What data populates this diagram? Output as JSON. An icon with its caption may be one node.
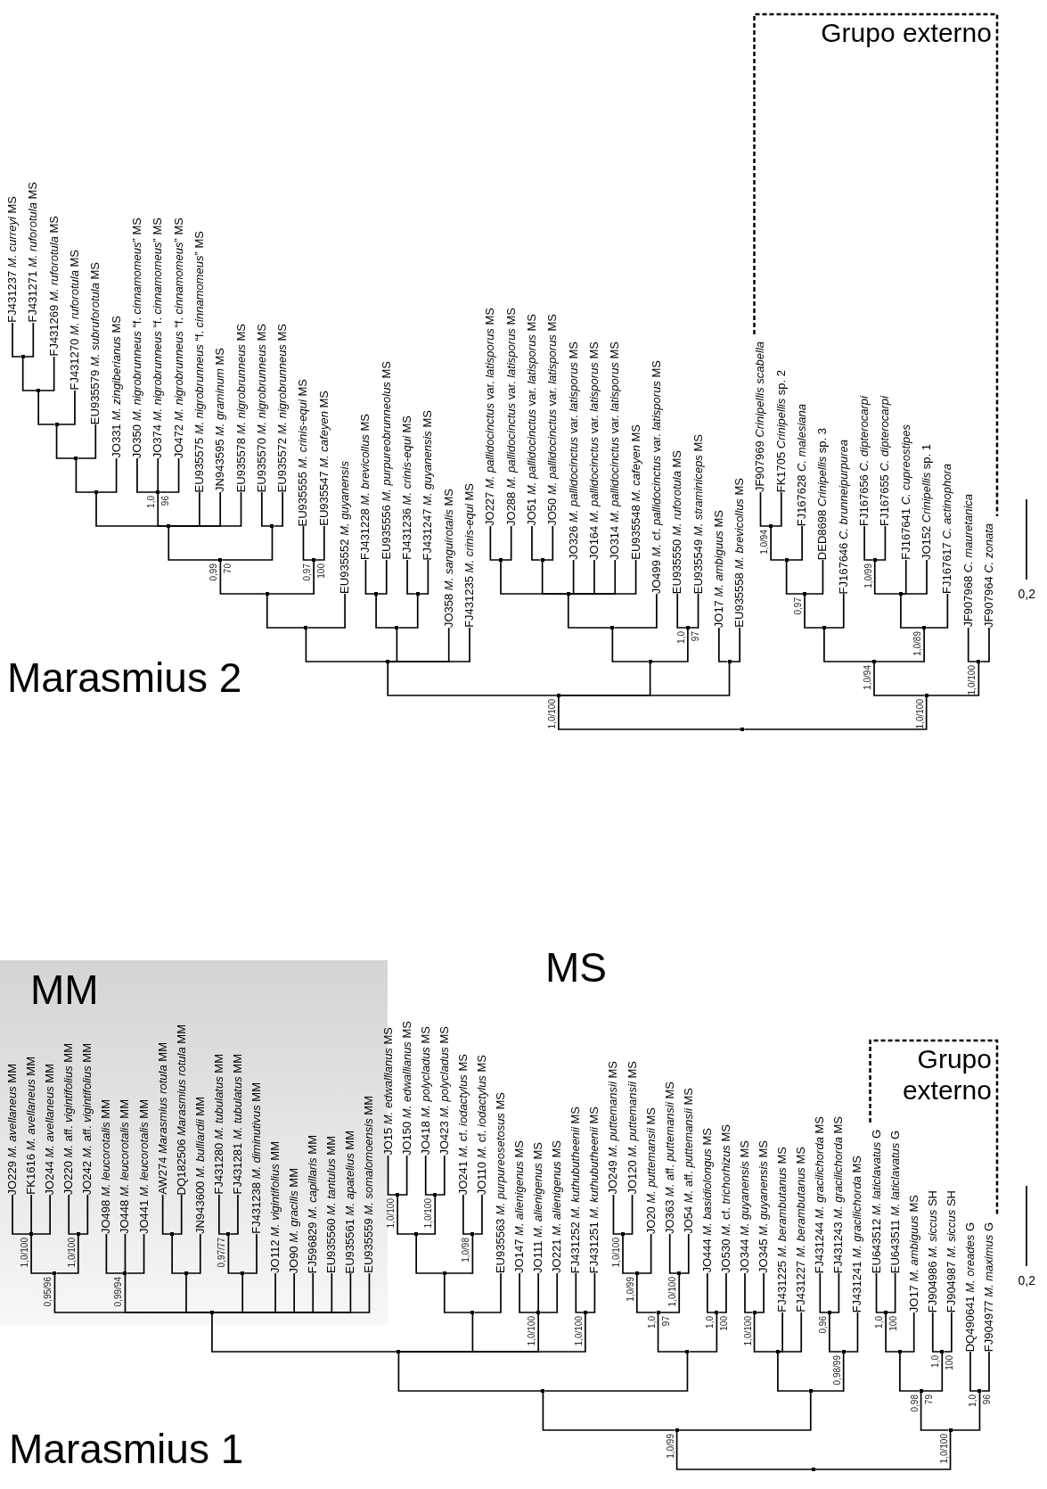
{
  "diagram": {
    "nodes": [
      {
        "text": [
          "FJ431237 *M. curreyi* MS"
        ]
      },
      {
        "text": [
          "FJ431271 *M. ruforotula* MS"
        ]
      },
      {
        "text": [
          "FJ431269 *M. ruforotula* MS"
        ]
      },
      {
        "text": [
          "FJ431270 *M. ruforotula* MS"
        ]
      },
      {
        "text": [
          "EU935579 *M. subruforotula* MS"
        ]
      },
      {
        "text": [
          "JO331 *M. zingiberianus* MS"
        ]
      },
      {
        "text": [
          "JO350 *M. nigrobrunneus* “f. *cinnamomeus*” MS"
        ]
      },
      {
        "text": [
          "JO374 *M. nigrobrunneus* “f. *cinnamomeus*” MS"
        ]
      },
      {
        "text": [
          "JO472 *M. nigrobrunneus* “f. *cinnamomeus*” MS"
        ]
      },
      {
        "text": [
          "EU935575 *M. nigrobrunneus* “f. *cinnamomeus*” MS"
        ]
      },
      {
        "text": [
          "JN943595 *M. graminum* MS"
        ]
      },
      {
        "text": [
          "EU935578 *M. nigrobrunneus* MS"
        ]
      },
      {
        "text": [
          "EU935570 *M. nigrobrunneus* MS"
        ]
      },
      {
        "text": [
          "EU935572 *M. nigrobrunneus* MS"
        ]
      },
      {
        "text": [
          "EU935555 *M. crinis-equi* MS"
        ]
      },
      {
        "text": [
          "EU935547 *M. cafeyen* MS"
        ]
      },
      {
        "text": [
          "EU935552 *M. guyanensis*"
        ]
      },
      {
        "text": [
          "FJ431228 *M. brevicollus* MS"
        ]
      },
      {
        "text": [
          "EU935556 *M. purpureobrunneolus* MS"
        ]
      },
      {
        "text": [
          "FJ431236 *M. crinis-equi* MS"
        ]
      },
      {
        "text": [
          "FJ431247 *M. guyanensis* MS"
        ]
      },
      {
        "text": [
          "JO358 *M. sanguirotalis* MS"
        ]
      },
      {
        "text": [
          "FJ431235 *M. crinis-equi* MS"
        ]
      },
      {
        "text": [
          "JO227 *M. pallidocinctus* var. *latisporus* MS"
        ]
      },
      {
        "text": [
          "JO288 *M. pallidocinctus* var. *latisporus* MS"
        ]
      },
      {
        "text": [
          "JO51 *M. pallidocinctus* var. *latisporus* MS"
        ]
      },
      {
        "text": [
          "JO50 *M. pallidocinctus* var. *latisporus* MS"
        ]
      },
      {
        "text": [
          "JO326 *M. pallidocinctus* var. *latisporus* MS"
        ]
      },
      {
        "text": [
          "JO164 *M. pallidocinctus* var. *latisporus* MS"
        ]
      },
      {
        "text": [
          "JO314 *M. pallidocinctus* var. *latisporus* MS"
        ]
      },
      {
        "text": [
          "EU935548 *M. cafeyen* MS"
        ]
      },
      {
        "text": [
          "JO499 *M.* cf. *pallidocinctus* var. *latisporus* MS"
        ]
      },
      {
        "text": [
          "EU935550 *M. ruforotula* MS"
        ]
      },
      {
        "text": [
          "EU935549 *M. straminiceps* MS"
        ]
      },
      {
        "text": [
          "JO17 *M. ambiguus* MS"
        ]
      },
      {
        "text": [
          "EU935558 *M. brevicollus* MS"
        ]
      },
      {
        "text": [
          "JF907969 *Crinipellis scabella*"
        ]
      },
      {
        "text": [
          "FK1705 *Crinipellis* sp. 2"
        ]
      },
      {
        "text": [
          "FJ167628 *C. malesiana*"
        ]
      },
      {
        "text": [
          "DED8698 *Crinipellis* sp. 3"
        ]
      },
      {
        "text": [
          "FJ167646 *C. brunneipurpurea*"
        ]
      },
      {
        "text": [
          "FJ167656 *C. dipterocarpi*"
        ]
      },
      {
        "text": [
          "FJ167655 *C. dipterocarpi*"
        ]
      },
      {
        "text": [
          "FJ167641 *C. cupreostipes*"
        ]
      },
      {
        "text": [
          "JO152 *Crinipellis* sp. 1"
        ]
      },
      {
        "text": [
          "FJ167617 *C. actinophora*"
        ]
      },
      {
        "text": [
          "JF907968 *C. mauretanica*"
        ]
      },
      {
        "text": [
          "JF907964 *C. zonata*"
        ]
      },
      {
        "text": [],
        "shape": "point"
      },
      {
        "text": [],
        "shape": "point",
        "beside": [
          "1,0/100"
        ]
      },
      {
        "text": [],
        "shape": "point"
      },
      {
        "text": [],
        "shape": "point"
      },
      {
        "text": [],
        "shape": "point"
      },
      {
        "text": [],
        "shape": "point",
        "beside": [
          "0,99",
          "70"
        ]
      },
      {
        "text": [],
        "shape": "point"
      },
      {
        "text": [],
        "shape": "point"
      },
      {
        "text": [],
        "shape": "point"
      },
      {
        "text": [],
        "shape": "point"
      },
      {
        "text": [],
        "shape": "point"
      },
      {
        "text": [],
        "shape": "point"
      },
      {
        "text": [],
        "shape": "point",
        "beside": [
          "1,0",
          "96"
        ]
      },
      {
        "text": [],
        "shape": "point"
      },
      {
        "text": [],
        "shape": "point",
        "beside": [
          "0,97",
          "100"
        ]
      },
      {
        "text": [],
        "shape": "point"
      },
      {
        "text": [],
        "shape": "point"
      },
      {
        "text": [],
        "shape": "point"
      },
      {
        "text": [],
        "shape": "point"
      },
      {
        "text": [],
        "shape": "point"
      },
      {
        "text": [],
        "shape": "point"
      },
      {
        "text": [],
        "shape": "point"
      },
      {
        "text": [],
        "shape": "point"
      },
      {
        "text": [],
        "shape": "point",
        "beside": [
          "1,0",
          "97"
        ]
      },
      {
        "text": [],
        "shape": "point"
      },
      {
        "text": [],
        "shape": "point",
        "beside": [
          "1,0/100"
        ]
      },
      {
        "text": [],
        "shape": "point",
        "beside": [
          "1,0/94"
        ]
      },
      {
        "text": [],
        "shape": "point"
      },
      {
        "text": [],
        "shape": "point",
        "beside": [
          "0,97"
        ]
      },
      {
        "text": [],
        "shape": "point"
      },
      {
        "text": [],
        "shape": "point",
        "beside": [
          "1,0/94"
        ]
      },
      {
        "text": [],
        "shape": "point",
        "beside": [
          "1,0/89"
        ]
      },
      {
        "text": [],
        "shape": "point"
      },
      {
        "text": [],
        "shape": "point",
        "beside": [
          "1,0/99"
        ]
      },
      {
        "text": [],
        "shape": "point",
        "beside": [
          "1,0/100"
        ]
      },
      {
        "text": [
          "MM"
        ]
      },
      {
        "text": [
          "JO229 *M. avellaneus* MM"
        ],
        "in": 83
      },
      {
        "text": [
          "FK1616 *M. avellaneus* MM"
        ],
        "in": 83
      },
      {
        "text": [
          "JO244 *M. avellaneus* MM"
        ],
        "in": 83
      },
      {
        "text": [
          "JO220 *M.* aff. *vigintifolius* MM"
        ],
        "in": 83
      },
      {
        "text": [
          "JO242 *M.* aff. *vigintifolius* MM"
        ],
        "in": 83
      },
      {
        "text": [
          "JO498 *M. leucorotalis* MM"
        ],
        "in": 83
      },
      {
        "text": [
          "JO448 *M. leucorotalis* MM"
        ],
        "in": 83
      },
      {
        "text": [
          "JO441 *M. leucorotalis* MM"
        ],
        "in": 83
      },
      {
        "text": [
          "AW274 *Marasmius rotula* MM"
        ],
        "in": 83
      },
      {
        "text": [
          "DQ182506 *Marasmius rotula* MM"
        ],
        "in": 83
      },
      {
        "text": [
          "JN943600 *M. bulliardii* MM"
        ],
        "in": 83
      },
      {
        "text": [
          "FJ431280 *M. tubulatus* MM"
        ],
        "in": 83
      },
      {
        "text": [
          "FJ431281 *M. tubulatus* MM"
        ],
        "in": 83
      },
      {
        "text": [
          "FJ431238 *M. diminutivus* MM"
        ],
        "in": 83
      },
      {
        "text": [
          "JO112 *M. vigintifolius* MM"
        ],
        "in": 83
      },
      {
        "text": [
          "JO90 *M. gracilis* MM"
        ],
        "in": 83
      },
      {
        "text": [
          "FJ596829 *M. capillaris* MM"
        ],
        "in": 83
      },
      {
        "text": [
          "EU935560 *M. tantulus* MM"
        ],
        "in": 83
      },
      {
        "text": [
          "EU935561 *M. apatelius* MM"
        ],
        "in": 83
      },
      {
        "text": [
          "EU935559 *M. somalomoensis* MM"
        ],
        "in": 83
      },
      {
        "text": [
          "JO15 *M. edwallianus* MS"
        ]
      },
      {
        "text": [
          "JO150 *M. edwallianus* MS"
        ]
      },
      {
        "text": [
          "JO418 *M. polycladus* MS"
        ]
      },
      {
        "text": [
          "JO423 *M. polycladus* MS"
        ]
      },
      {
        "text": [
          "JO241 *M.* cf. *iodactylus* MS"
        ]
      },
      {
        "text": [
          "JO110 *M.* cf. *iodactylus* MS"
        ]
      },
      {
        "text": [
          "EU935563 *M. purpureosetosus* MS"
        ]
      },
      {
        "text": [
          "JO147 *M. alienigenus* MS"
        ]
      },
      {
        "text": [
          "JO111 *M. alienigenus* MS"
        ]
      },
      {
        "text": [
          "JO221 *M. alienigenus* MS"
        ]
      },
      {
        "text": [
          "FJ431252 *M. kuthubutheenii* MS"
        ]
      },
      {
        "text": [
          "FJ431251 *M. kuthubutheenii* MS"
        ]
      },
      {
        "text": [
          "JO249 *M. puttemansii* MS"
        ]
      },
      {
        "text": [
          "JO120 *M. puttemansii* MS"
        ]
      },
      {
        "text": [
          "JO20 *M. puttemansii* MS"
        ]
      },
      {
        "text": [
          "JO363 *M.* aff. *puttemansii* MS"
        ]
      },
      {
        "text": [
          "JO54 *M.* aff. *puttemansii* MS"
        ]
      },
      {
        "text": [
          "JO444 *M. basidiolongus* MS"
        ]
      },
      {
        "text": [
          "JO530 *M.* cf. *trichorhizus* MS"
        ]
      },
      {
        "text": [
          "JO344 *M. guyanensis* MS"
        ]
      },
      {
        "text": [
          "JO345 *M. guyanensis* MS"
        ]
      },
      {
        "text": [
          "FJ431225 *M. berambutanus* MS"
        ]
      },
      {
        "text": [
          "FJ431227 *M. berambutanus* MS"
        ]
      },
      {
        "text": [
          "FJ431244 *M. gracilichorda* MS"
        ]
      },
      {
        "text": [
          "FJ431243 *M. gracilichorda* MS"
        ]
      },
      {
        "text": [
          "FJ431241 *M. gracilichorda* MS"
        ]
      },
      {
        "text": [
          "EU643512 *M. laticlavatus* G"
        ]
      },
      {
        "text": [
          "EU643511 *M. laticlavatus* G"
        ]
      },
      {
        "text": [
          "JO17 *M. ambiguus* MS"
        ]
      },
      {
        "text": [
          "FJ904986 *M. siccus* SH"
        ]
      },
      {
        "text": [
          "FJ904987 *M. siccus* SH"
        ]
      },
      {
        "text": [
          "DQ490641 *M. oreades* G"
        ]
      },
      {
        "text": [
          "FJ904977 *M. maximus* G"
        ]
      },
      {
        "text": [],
        "shape": "point"
      },
      {
        "text": [],
        "shape": "point",
        "beside": [
          "1,0/99"
        ]
      },
      {
        "text": [],
        "shape": "point"
      },
      {
        "text": [],
        "shape": "point"
      },
      {
        "text": [],
        "shape": "point",
        "in": 83
      },
      {
        "text": [],
        "shape": "point",
        "beside": [
          "0,95/96"
        ],
        "in": 83
      },
      {
        "text": [],
        "shape": "point",
        "beside": [
          "1,0/100"
        ],
        "in": 83
      },
      {
        "text": [],
        "shape": "point",
        "beside": [
          "1,0/100"
        ],
        "in": 83
      },
      {
        "text": [],
        "shape": "point",
        "beside": [
          "0,99/94"
        ],
        "in": 83
      },
      {
        "text": [],
        "shape": "point",
        "in": 83
      },
      {
        "text": [],
        "shape": "point",
        "in": 83
      },
      {
        "text": [],
        "shape": "point",
        "in": 83
      },
      {
        "text": [],
        "shape": "point",
        "beside": [
          "0,97/77"
        ],
        "in": 83
      },
      {
        "text": [],
        "shape": "point"
      },
      {
        "text": [],
        "shape": "point"
      },
      {
        "text": [],
        "shape": "point"
      },
      {
        "text": [],
        "shape": "point",
        "beside": [
          "1,0/100"
        ]
      },
      {
        "text": [],
        "shape": "point",
        "beside": [
          "1,0/100"
        ]
      },
      {
        "text": [],
        "shape": "point",
        "beside": [
          "1,0/98"
        ]
      },
      {
        "text": [],
        "shape": "point",
        "beside": [
          "1,0/100"
        ]
      },
      {
        "text": [],
        "shape": "point",
        "beside": [
          "1,0/100"
        ]
      },
      {
        "text": [],
        "shape": "point"
      },
      {
        "text": [],
        "shape": "point",
        "beside": [
          "1,0",
          "97"
        ]
      },
      {
        "text": [],
        "shape": "point",
        "beside": [
          "1,0/99"
        ]
      },
      {
        "text": [],
        "shape": "point",
        "beside": [
          "1,0/100"
        ]
      },
      {
        "text": [],
        "shape": "point",
        "beside": [
          "1,0/100"
        ]
      },
      {
        "text": [],
        "shape": "point",
        "beside": [
          "1,0",
          "100"
        ]
      },
      {
        "text": [],
        "shape": "point"
      },
      {
        "text": [],
        "shape": "point"
      },
      {
        "text": [],
        "shape": "point",
        "beside": [
          "1,0/100"
        ]
      },
      {
        "text": [],
        "shape": "point",
        "beside": [
          "0,98/99"
        ]
      },
      {
        "text": [],
        "shape": "point",
        "beside": [
          "0,96"
        ]
      },
      {
        "text": [],
        "shape": "point",
        "beside": [
          "1,0/100"
        ]
      },
      {
        "text": [],
        "shape": "point",
        "beside": [
          "0,98",
          "79"
        ]
      },
      {
        "text": [],
        "shape": "point"
      },
      {
        "text": [],
        "shape": "point",
        "beside": [
          "1,0",
          "100"
        ]
      },
      {
        "text": [],
        "shape": "point",
        "beside": [
          "1,0",
          "100"
        ]
      },
      {
        "text": [],
        "shape": "point",
        "beside": [
          "1,0",
          "96"
        ]
      }
    ],
    "edges": [
      {
        "from": 48,
        "to": 49,
        "arrow": "none"
      },
      {
        "from": 48,
        "to": 73,
        "arrow": "none"
      },
      {
        "from": 49,
        "to": 50,
        "arrow": "none"
      },
      {
        "from": 49,
        "to": 66,
        "arrow": "none"
      },
      {
        "from": 49,
        "to": 72,
        "arrow": "none"
      },
      {
        "from": 50,
        "to": 51,
        "arrow": "none"
      },
      {
        "from": 50,
        "to": 63,
        "arrow": "none"
      },
      {
        "from": 50,
        "to": 21,
        "arrow": "none"
      },
      {
        "from": 50,
        "to": 22,
        "arrow": "none"
      },
      {
        "from": 51,
        "to": 52,
        "arrow": "none"
      },
      {
        "from": 51,
        "to": 16,
        "arrow": "none"
      },
      {
        "from": 52,
        "to": 53,
        "arrow": "none"
      },
      {
        "from": 52,
        "to": 62,
        "arrow": "none"
      },
      {
        "from": 53,
        "to": 54,
        "arrow": "none"
      },
      {
        "from": 53,
        "to": 61,
        "arrow": "none"
      },
      {
        "from": 54,
        "to": 55,
        "arrow": "none"
      },
      {
        "from": 54,
        "to": 60,
        "arrow": "none"
      },
      {
        "from": 54,
        "to": 9,
        "arrow": "none"
      },
      {
        "from": 54,
        "to": 10,
        "arrow": "none"
      },
      {
        "from": 54,
        "to": 11,
        "arrow": "none"
      },
      {
        "from": 55,
        "to": 56,
        "arrow": "none"
      },
      {
        "from": 55,
        "to": 5,
        "arrow": "none"
      },
      {
        "from": 56,
        "to": 57,
        "arrow": "none"
      },
      {
        "from": 56,
        "to": 4,
        "arrow": "none"
      },
      {
        "from": 57,
        "to": 58,
        "arrow": "none"
      },
      {
        "from": 57,
        "to": 3,
        "arrow": "none"
      },
      {
        "from": 58,
        "to": 59,
        "arrow": "none"
      },
      {
        "from": 58,
        "to": 2,
        "arrow": "none"
      },
      {
        "from": 59,
        "to": 0,
        "arrow": "none"
      },
      {
        "from": 59,
        "to": 1,
        "arrow": "none"
      },
      {
        "from": 60,
        "to": 6,
        "arrow": "none"
      },
      {
        "from": 60,
        "to": 7,
        "arrow": "none"
      },
      {
        "from": 60,
        "to": 8,
        "arrow": "none"
      },
      {
        "from": 61,
        "to": 12,
        "arrow": "none"
      },
      {
        "from": 61,
        "to": 13,
        "arrow": "none"
      },
      {
        "from": 62,
        "to": 14,
        "arrow": "none"
      },
      {
        "from": 62,
        "to": 15,
        "arrow": "none"
      },
      {
        "from": 63,
        "to": 64,
        "arrow": "none"
      },
      {
        "from": 63,
        "to": 65,
        "arrow": "none"
      },
      {
        "from": 64,
        "to": 17,
        "arrow": "none"
      },
      {
        "from": 64,
        "to": 18,
        "arrow": "none"
      },
      {
        "from": 65,
        "to": 19,
        "arrow": "none"
      },
      {
        "from": 65,
        "to": 20,
        "arrow": "none"
      },
      {
        "from": 66,
        "to": 67,
        "arrow": "none"
      },
      {
        "from": 66,
        "to": 71,
        "arrow": "none"
      },
      {
        "from": 67,
        "to": 68,
        "arrow": "none"
      },
      {
        "from": 67,
        "to": 31,
        "arrow": "none"
      },
      {
        "from": 68,
        "to": 69,
        "arrow": "none"
      },
      {
        "from": 68,
        "to": 70,
        "arrow": "none"
      },
      {
        "from": 68,
        "to": 27,
        "arrow": "none"
      },
      {
        "from": 68,
        "to": 28,
        "arrow": "none"
      },
      {
        "from": 68,
        "to": 29,
        "arrow": "none"
      },
      {
        "from": 68,
        "to": 30,
        "arrow": "none"
      },
      {
        "from": 69,
        "to": 23,
        "arrow": "none"
      },
      {
        "from": 69,
        "to": 24,
        "arrow": "none"
      },
      {
        "from": 70,
        "to": 25,
        "arrow": "none"
      },
      {
        "from": 70,
        "to": 26,
        "arrow": "none"
      },
      {
        "from": 71,
        "to": 32,
        "arrow": "none"
      },
      {
        "from": 71,
        "to": 33,
        "arrow": "none"
      },
      {
        "from": 72,
        "to": 34,
        "arrow": "none"
      },
      {
        "from": 72,
        "to": 35,
        "arrow": "none"
      },
      {
        "from": 73,
        "to": 74,
        "arrow": "none"
      },
      {
        "from": 73,
        "to": 82,
        "arrow": "none"
      },
      {
        "from": 74,
        "to": 75,
        "arrow": "none"
      },
      {
        "from": 74,
        "to": 79,
        "arrow": "none"
      },
      {
        "from": 75,
        "to": 76,
        "arrow": "none"
      },
      {
        "from": 75,
        "to": 40,
        "arrow": "none"
      },
      {
        "from": 76,
        "to": 77,
        "arrow": "none"
      },
      {
        "from": 76,
        "to": 39,
        "arrow": "none"
      },
      {
        "from": 77,
        "to": 78,
        "arrow": "none"
      },
      {
        "from": 77,
        "to": 38,
        "arrow": "none"
      },
      {
        "from": 78,
        "to": 36,
        "arrow": "none"
      },
      {
        "from": 78,
        "to": 37,
        "arrow": "none"
      },
      {
        "from": 79,
        "to": 80,
        "arrow": "none"
      },
      {
        "from": 79,
        "to": 45,
        "arrow": "none"
      },
      {
        "from": 80,
        "to": 81,
        "arrow": "none"
      },
      {
        "from": 80,
        "to": 43,
        "arrow": "none"
      },
      {
        "from": 80,
        "to": 44,
        "arrow": "none"
      },
      {
        "from": 81,
        "to": 41,
        "arrow": "none"
      },
      {
        "from": 81,
        "to": 42,
        "arrow": "none"
      },
      {
        "from": 82,
        "to": 46,
        "arrow": "none"
      },
      {
        "from": 82,
        "to": 47,
        "arrow": "none"
      },
      {
        "from": 137,
        "to": 138,
        "arrow": "none"
      },
      {
        "from": 137,
        "to": 169,
        "arrow": "none"
      },
      {
        "from": 138,
        "to": 139,
        "arrow": "none"
      },
      {
        "from": 138,
        "to": 164,
        "arrow": "none"
      },
      {
        "from": 139,
        "to": 140,
        "arrow": "none"
      },
      {
        "from": 139,
        "to": 158,
        "arrow": "none"
      },
      {
        "from": 140,
        "to": 141,
        "arrow": "none"
      },
      {
        "from": 140,
        "to": 150,
        "arrow": "none"
      },
      {
        "from": 140,
        "to": 156,
        "arrow": "none"
      },
      {
        "from": 140,
        "to": 157,
        "arrow": "none"
      },
      {
        "from": 141,
        "to": 142,
        "arrow": "none"
      },
      {
        "from": 141,
        "to": 145,
        "arrow": "none"
      },
      {
        "from": 141,
        "to": 146,
        "arrow": "none"
      },
      {
        "from": 141,
        "to": 148,
        "arrow": "none"
      },
      {
        "from": 141,
        "to": 98,
        "arrow": "none"
      },
      {
        "from": 141,
        "to": 99,
        "arrow": "none"
      },
      {
        "from": 141,
        "to": 100,
        "arrow": "none"
      },
      {
        "from": 141,
        "to": 101,
        "arrow": "none"
      },
      {
        "from": 141,
        "to": 102,
        "arrow": "none"
      },
      {
        "from": 141,
        "to": 103,
        "arrow": "none"
      },
      {
        "from": 142,
        "to": 143,
        "arrow": "none"
      },
      {
        "from": 142,
        "to": 144,
        "arrow": "none"
      },
      {
        "from": 143,
        "to": 84,
        "arrow": "none"
      },
      {
        "from": 143,
        "to": 85,
        "arrow": "none"
      },
      {
        "from": 143,
        "to": 86,
        "arrow": "none"
      },
      {
        "from": 144,
        "to": 87,
        "arrow": "none"
      },
      {
        "from": 144,
        "to": 88,
        "arrow": "none"
      },
      {
        "from": 145,
        "to": 89,
        "arrow": "none"
      },
      {
        "from": 145,
        "to": 90,
        "arrow": "none"
      },
      {
        "from": 145,
        "to": 91,
        "arrow": "none"
      },
      {
        "from": 146,
        "to": 147,
        "arrow": "none"
      },
      {
        "from": 146,
        "to": 94,
        "arrow": "none"
      },
      {
        "from": 147,
        "to": 92,
        "arrow": "none"
      },
      {
        "from": 147,
        "to": 93,
        "arrow": "none"
      },
      {
        "from": 148,
        "to": 149,
        "arrow": "none"
      },
      {
        "from": 148,
        "to": 97,
        "arrow": "none"
      },
      {
        "from": 149,
        "to": 95,
        "arrow": "none"
      },
      {
        "from": 149,
        "to": 96,
        "arrow": "none"
      },
      {
        "from": 150,
        "to": 151,
        "arrow": "none"
      },
      {
        "from": 150,
        "to": 110,
        "arrow": "none"
      },
      {
        "from": 151,
        "to": 152,
        "arrow": "none"
      },
      {
        "from": 151,
        "to": 155,
        "arrow": "none"
      },
      {
        "from": 152,
        "to": 153,
        "arrow": "none"
      },
      {
        "from": 152,
        "to": 154,
        "arrow": "none"
      },
      {
        "from": 153,
        "to": 104,
        "arrow": "none"
      },
      {
        "from": 153,
        "to": 105,
        "arrow": "none"
      },
      {
        "from": 154,
        "to": 106,
        "arrow": "none"
      },
      {
        "from": 154,
        "to": 107,
        "arrow": "none"
      },
      {
        "from": 155,
        "to": 108,
        "arrow": "none"
      },
      {
        "from": 155,
        "to": 109,
        "arrow": "none"
      },
      {
        "from": 156,
        "to": 111,
        "arrow": "none"
      },
      {
        "from": 156,
        "to": 112,
        "arrow": "none"
      },
      {
        "from": 156,
        "to": 113,
        "arrow": "none"
      },
      {
        "from": 157,
        "to": 114,
        "arrow": "none"
      },
      {
        "from": 157,
        "to": 115,
        "arrow": "none"
      },
      {
        "from": 158,
        "to": 159,
        "arrow": "none"
      },
      {
        "from": 158,
        "to": 163,
        "arrow": "none"
      },
      {
        "from": 159,
        "to": 160,
        "arrow": "none"
      },
      {
        "from": 159,
        "to": 162,
        "arrow": "none"
      },
      {
        "from": 160,
        "to": 161,
        "arrow": "none"
      },
      {
        "from": 160,
        "to": 118,
        "arrow": "none"
      },
      {
        "from": 161,
        "to": 116,
        "arrow": "none"
      },
      {
        "from": 161,
        "to": 117,
        "arrow": "none"
      },
      {
        "from": 162,
        "to": 119,
        "arrow": "none"
      },
      {
        "from": 162,
        "to": 120,
        "arrow": "none"
      },
      {
        "from": 163,
        "to": 121,
        "arrow": "none"
      },
      {
        "from": 163,
        "to": 122,
        "arrow": "none"
      },
      {
        "from": 164,
        "to": 165,
        "arrow": "none"
      },
      {
        "from": 164,
        "to": 167,
        "arrow": "none"
      },
      {
        "from": 165,
        "to": 166,
        "arrow": "none"
      },
      {
        "from": 165,
        "to": 125,
        "arrow": "none"
      },
      {
        "from": 165,
        "to": 126,
        "arrow": "none"
      },
      {
        "from": 166,
        "to": 123,
        "arrow": "none"
      },
      {
        "from": 166,
        "to": 124,
        "arrow": "none"
      },
      {
        "from": 167,
        "to": 168,
        "arrow": "none"
      },
      {
        "from": 167,
        "to": 129,
        "arrow": "none"
      },
      {
        "from": 168,
        "to": 127,
        "arrow": "none"
      },
      {
        "from": 168,
        "to": 128,
        "arrow": "none"
      },
      {
        "from": 169,
        "to": 170,
        "arrow": "none"
      },
      {
        "from": 169,
        "to": 174,
        "arrow": "none"
      },
      {
        "from": 170,
        "to": 171,
        "arrow": "none"
      },
      {
        "from": 170,
        "to": 173,
        "arrow": "none"
      },
      {
        "from": 171,
        "to": 172,
        "arrow": "none"
      },
      {
        "from": 171,
        "to": 132,
        "arrow": "none"
      },
      {
        "from": 172,
        "to": 130,
        "arrow": "none"
      },
      {
        "from": 172,
        "to": 131,
        "arrow": "none"
      },
      {
        "from": 173,
        "to": 133,
        "arrow": "none"
      },
      {
        "from": 173,
        "to": 134,
        "arrow": "none"
      },
      {
        "from": 174,
        "to": 135,
        "arrow": "none"
      },
      {
        "from": 174,
        "to": 136,
        "arrow": "none"
      }
    ],
    "labels": [
      "Grupo externo",
      "Marasmius 2",
      "0,2",
      "Grupo externo",
      "MS",
      "0,2",
      "Marasmius 1"
    ]
  }
}
